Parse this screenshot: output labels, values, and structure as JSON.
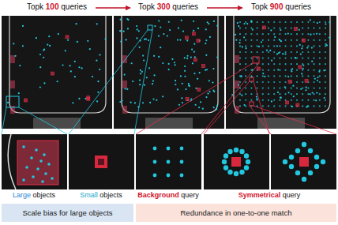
{
  "diagram": {
    "nodes": [
      {
        "text": [
          "Scale bias for large objects"
        ]
      },
      {
        "text": [
          "Redundance in one-to-one match"
        ]
      }
    ],
    "labels": [
      "Topk 100 queries",
      "Topk 300 queries",
      "Topk 900 queries",
      "Large objects",
      "Small objects",
      "Background query",
      "Symmetrical query"
    ]
  }
}
